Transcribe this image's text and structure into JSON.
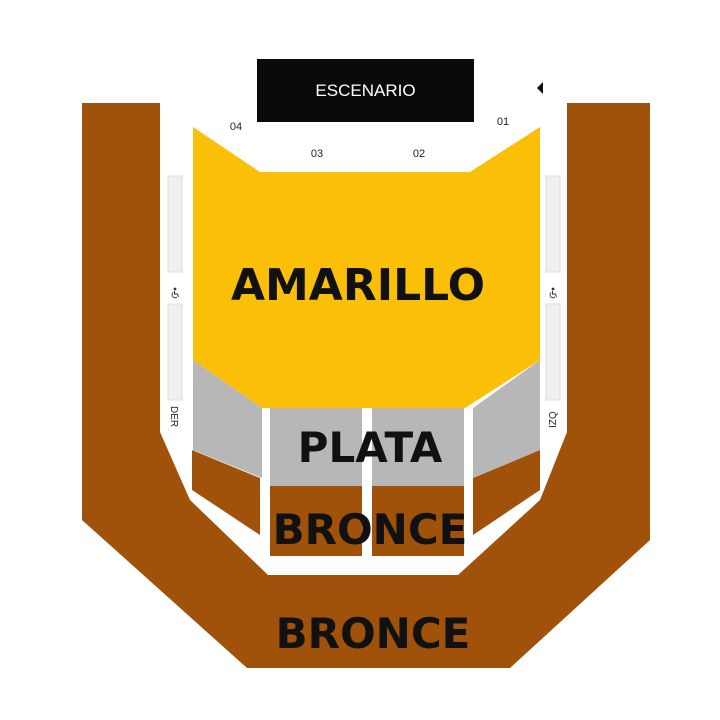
{
  "stage": {
    "label": "ESCENARIO"
  },
  "sections": {
    "s01": "01",
    "s02": "02",
    "s03": "03",
    "s04": "04"
  },
  "aisles": {
    "left": "DER",
    "right": "IZQ"
  },
  "zones": {
    "amarillo": "AMARILLO",
    "plata": "PLATA",
    "bronce_inner": "BRONCE",
    "bronce_outer": "BRONCE"
  },
  "accessibility_icon": "wheelchair-icon",
  "stage_marker_icon": "triangle-left-icon",
  "colors": {
    "amarillo": "#FBBF08",
    "plata": "#B7B7B7",
    "bronce": "#A0520A",
    "stage": "#0A0A0A",
    "aisle": "#F0F0F0"
  }
}
